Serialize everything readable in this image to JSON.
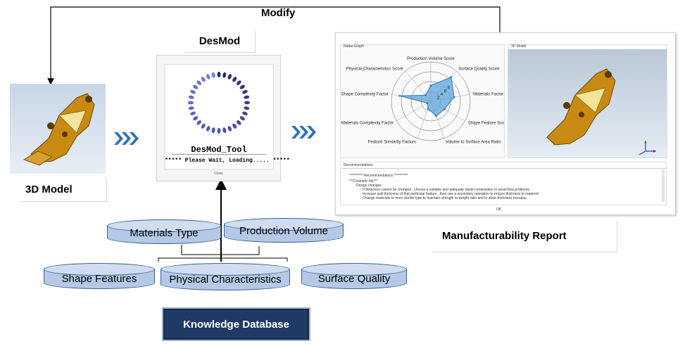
{
  "labels": {
    "modify": "Modify",
    "desmod": "DesMod",
    "model": "3D Model",
    "report": "Manufacturability  Report"
  },
  "tool": {
    "title": "DesMod_Tool",
    "status": "***** Please Wait, Loading..... *****",
    "button": "Close"
  },
  "database": {
    "title": "Knowledge Database",
    "items": {
      "materials_type": "Materials Type",
      "production_volume": "Production Volume",
      "shape_features": "Shape Features",
      "physical_characteristics": "Physical Characteristics",
      "surface_quality": "Surface Quality"
    }
  },
  "report_panel": {
    "radar_title": "Radar Graph",
    "view_title": "3D Model",
    "rec_title": "Recommendations",
    "rec_lines": [
      "********** Recommendations **********",
      "***Cosmetic file***",
      "Design changes",
      "- If thickness cannot be changed , choose a suitable and adequate metal composition to avoid flow problems.",
      "- Increase wall thickness of that particular feature , then use a secondary operation to reduce thickness to required.",
      "- Change materials to more ductile type to maintain strength to weight ratio  and to allow thickness increase."
    ],
    "footer": "OK"
  },
  "chart_data": {
    "type": "radar",
    "axes": [
      "Production Volume Score",
      "Surface Quality Score",
      "Materials Factor Score",
      "Shape Feature Score",
      "Volume to Surface Area Ratio",
      "Feature Similarity Factors",
      "Materials Complexity Factor",
      "Shape Complexity Factor",
      "Physical Characteristics Score"
    ],
    "values": [
      4,
      8,
      6,
      4,
      4,
      2,
      1,
      8,
      2
    ],
    "tick_labels": [
      "2",
      "4",
      "6",
      "8"
    ],
    "rmax": 10,
    "fill": "#5ba3d9",
    "stroke": "#2f78b8"
  }
}
